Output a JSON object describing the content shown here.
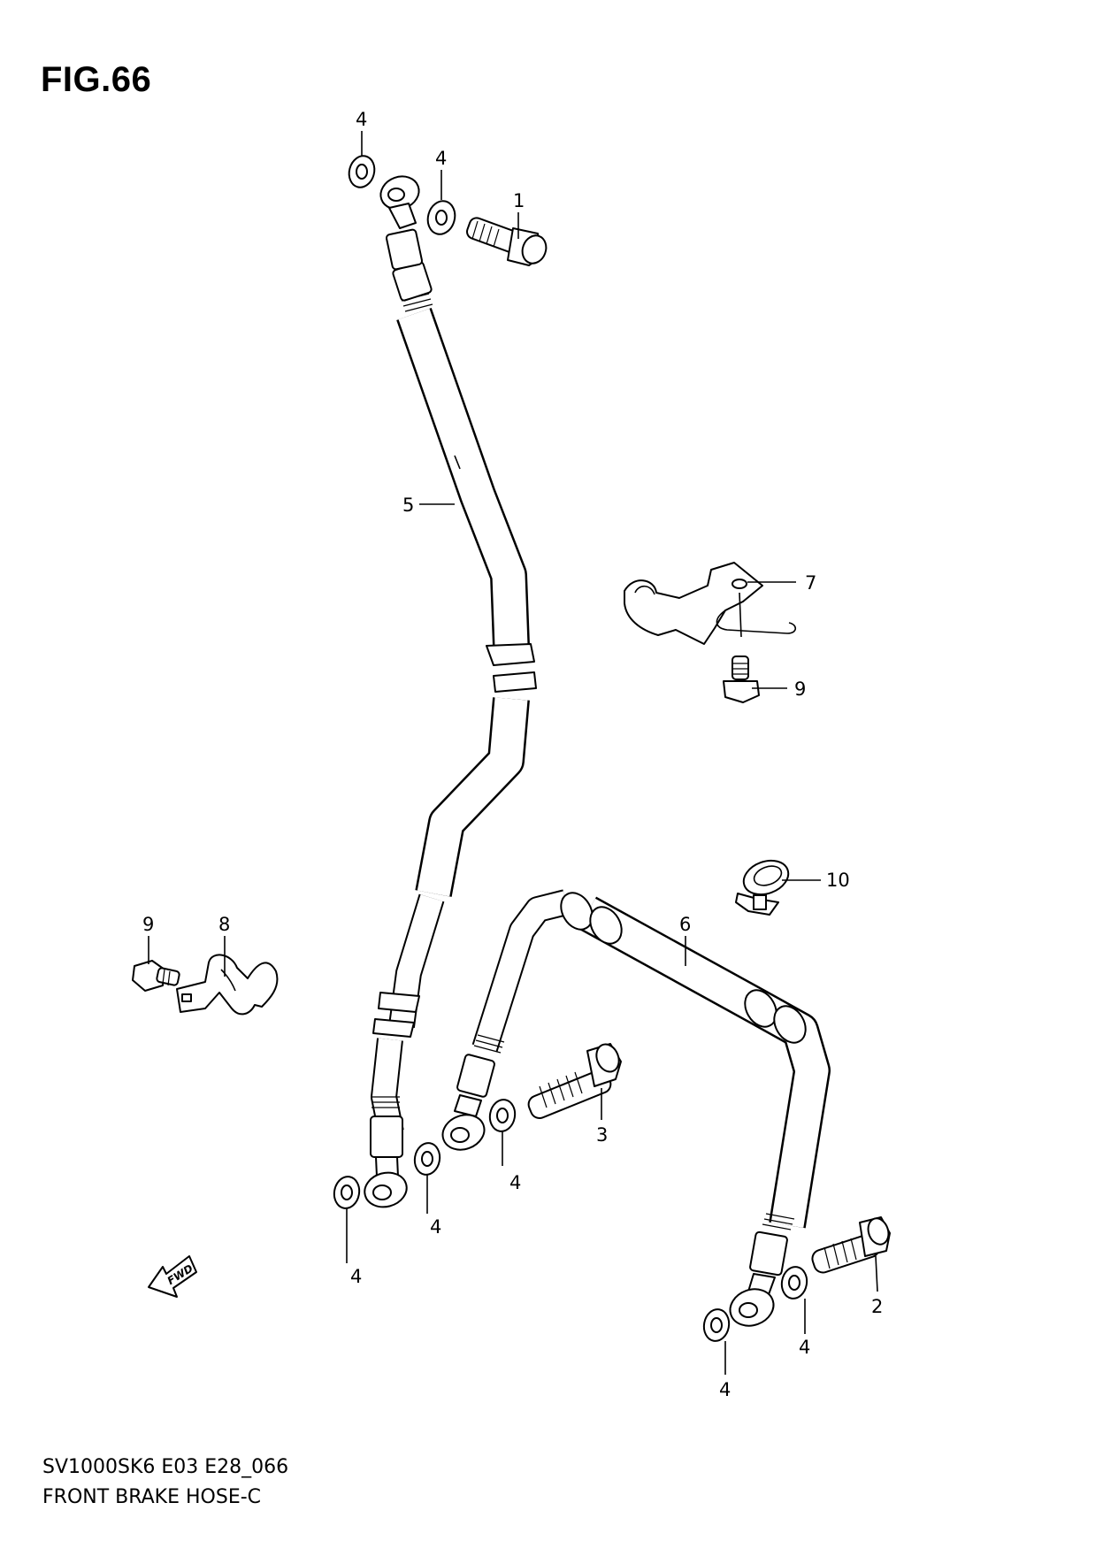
{
  "figure": {
    "title": "FIG.66"
  },
  "footer": {
    "code": "SV1000SK6 E03 E28_066",
    "name": "FRONT BRAKE HOSE-C"
  },
  "fwd_label": "FWD",
  "callouts": {
    "c1": "1",
    "c2": "2",
    "c3": "3",
    "c4a": "4",
    "c4b": "4",
    "c4c": "4",
    "c4d": "4",
    "c4e": "4",
    "c4f": "4",
    "c4g": "4",
    "c5": "5",
    "c6": "6",
    "c7": "7",
    "c8": "8",
    "c9a": "9",
    "c9b": "9",
    "c10": "10"
  }
}
